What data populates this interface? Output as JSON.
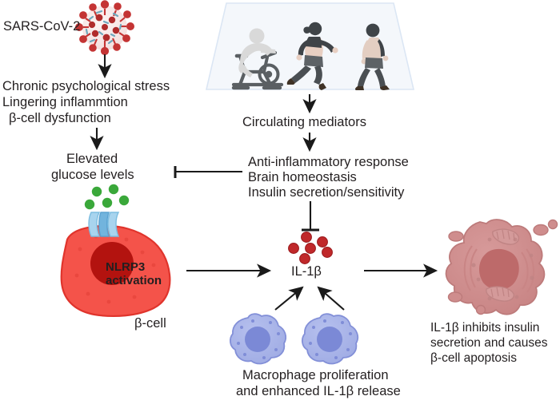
{
  "diagram": {
    "title": "SARS-CoV-2, exercise and beta-cell NLRP3/IL-1beta pathway",
    "background": "#ffffff"
  },
  "labels": {
    "virus": "SARS-CoV-2",
    "stress_line1": "Chronic psychological stress",
    "stress_line2": "Lingering inflammtion",
    "stress_line3": "β-cell dysfunction",
    "glucose_line1": "Elevated",
    "glucose_line2": "glucose levels",
    "nlrp3_line1": "NLRP3",
    "nlrp3_line2": "activation",
    "beta_cell": "β-cell",
    "circulating": "Circulating mediators",
    "benefit_line1": "Anti-inflammatory response",
    "benefit_line2": "Brain homeostasis",
    "benefit_line3": "Insulin secretion/sensitivity",
    "il1b": "IL-1β",
    "macrophage_line1": "Macrophage proliferation",
    "macrophage_line2": "and enhanced IL-1β release",
    "apoptosis_line1": "IL-1β inhibits insulin",
    "apoptosis_line2": "secretion and causes",
    "apoptosis_line3": "β-cell apoptosis"
  },
  "icons": {
    "virus": "sars-cov-2-virion-icon",
    "cyclist": "cyclist-icon",
    "runner": "runner-icon",
    "walker": "walker-icon",
    "beta_cell": "beta-cell-icon",
    "glucose_transporter": "glucose-transporter-icon",
    "glucose_dot": "glucose-molecule-icon",
    "il1b_dot": "il1beta-cytokine-icon",
    "macrophage": "macrophage-icon",
    "apoptotic_cell": "apoptotic-beta-cell-icon",
    "arrow": "arrow-icon",
    "inhibition": "inhibition-tbar-icon"
  },
  "colors": {
    "virus_body": "#f7e7e6",
    "virus_spike": "#bf3131",
    "virus_spike_dark": "#9d2626",
    "virus_teal": "#6fa8bd",
    "beta_cell_fill": "#f4534a",
    "beta_cell_stroke": "#e0342c",
    "beta_cell_nucleus": "#b3130f",
    "transporter_light": "#a8d4ee",
    "transporter_mid": "#72b4dd",
    "glucose_green": "#3aa83a",
    "il1b_red": "#c0282a",
    "macrophage_fill": "#a9b4e8",
    "macrophage_stroke": "#8390d8",
    "macrophage_nucleus": "#7b89d6",
    "apoptotic_fill": "#cf8d8d",
    "apoptotic_stroke": "#bd7b7b",
    "apoptotic_nucleus": "#bd6a6a",
    "panel_fill": "#f4f7fb",
    "panel_stroke": "#d7e2f2",
    "arrow_black": "#1a1a1a",
    "text": "#231f20"
  },
  "exercise_panel": {
    "figures": [
      "cyclist",
      "runner",
      "walker"
    ]
  },
  "connections": [
    {
      "name": "virus-to-stress",
      "type": "arrow",
      "direction": "down"
    },
    {
      "name": "stress-to-glucose",
      "type": "arrow",
      "direction": "down"
    },
    {
      "name": "exercise-to-circulating",
      "type": "arrow",
      "direction": "down"
    },
    {
      "name": "circulating-to-benefits",
      "type": "arrow",
      "direction": "down"
    },
    {
      "name": "benefits-inhibits-glucose",
      "type": "inhibition",
      "direction": "left"
    },
    {
      "name": "benefits-inhibits-il1b",
      "type": "inhibition",
      "direction": "down"
    },
    {
      "name": "betacell-to-il1b",
      "type": "arrow",
      "direction": "right"
    },
    {
      "name": "il1b-to-apoptosis",
      "type": "arrow",
      "direction": "right"
    },
    {
      "name": "macrophage-left-to-il1b",
      "type": "arrow",
      "direction": "up-right"
    },
    {
      "name": "macrophage-right-to-il1b",
      "type": "arrow",
      "direction": "up-left"
    }
  ]
}
